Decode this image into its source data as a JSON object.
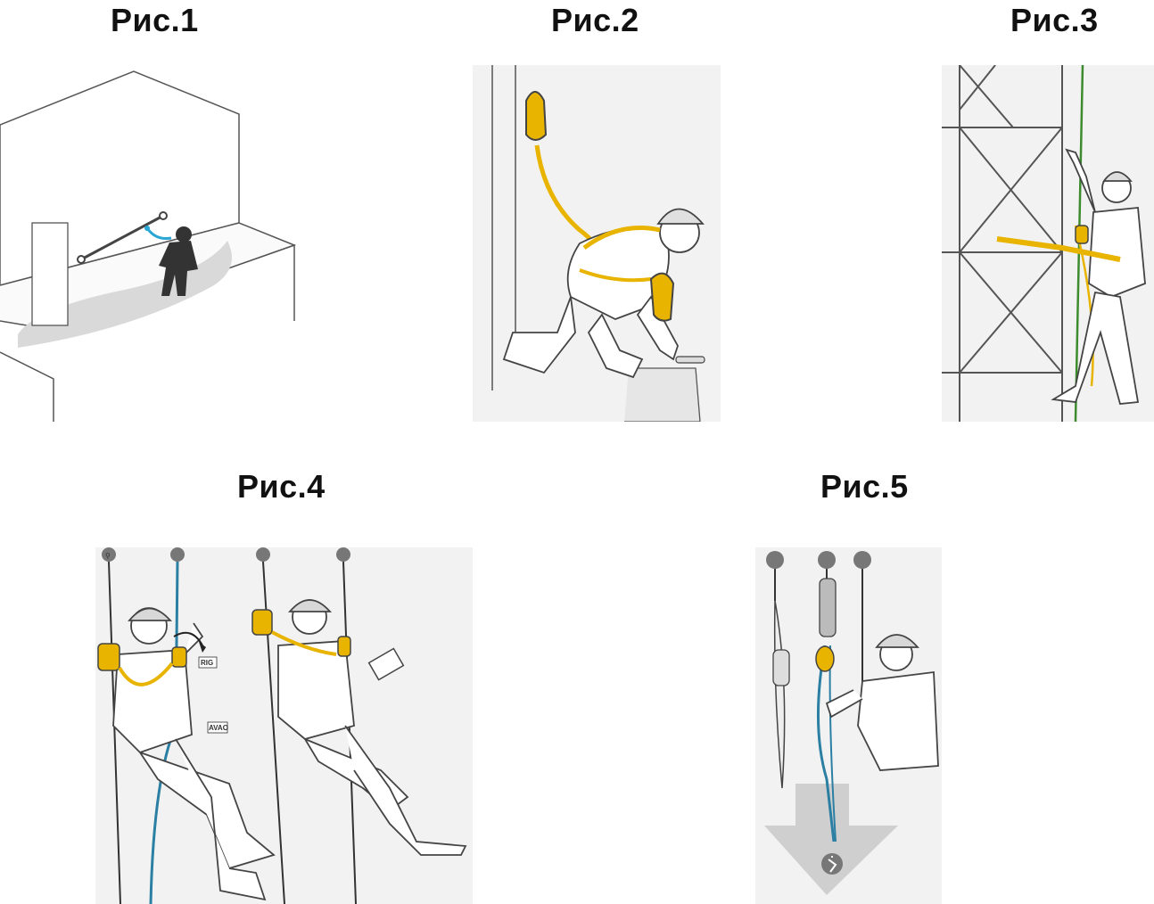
{
  "figures": [
    {
      "id": "fig1",
      "caption": "Рис.1"
    },
    {
      "id": "fig2",
      "caption": "Рис.2"
    },
    {
      "id": "fig3",
      "caption": "Рис.3"
    },
    {
      "id": "fig4",
      "caption": "Рис.4",
      "labels": {
        "rig": "RIG",
        "avao": "AVAO"
      }
    },
    {
      "id": "fig5",
      "caption": "Рис.5"
    }
  ],
  "colors": {
    "lanyard_yellow": "#e8b400",
    "rope_blue": "#2a7fa3",
    "rope_green": "#3c8c2e",
    "outline": "#333333",
    "panel_bg": "#f2f2f2",
    "shadow_grey": "#d9d9d9"
  },
  "icons": [
    "anchor-icon",
    "falling-person-icon",
    "down-arrow-icon"
  ]
}
